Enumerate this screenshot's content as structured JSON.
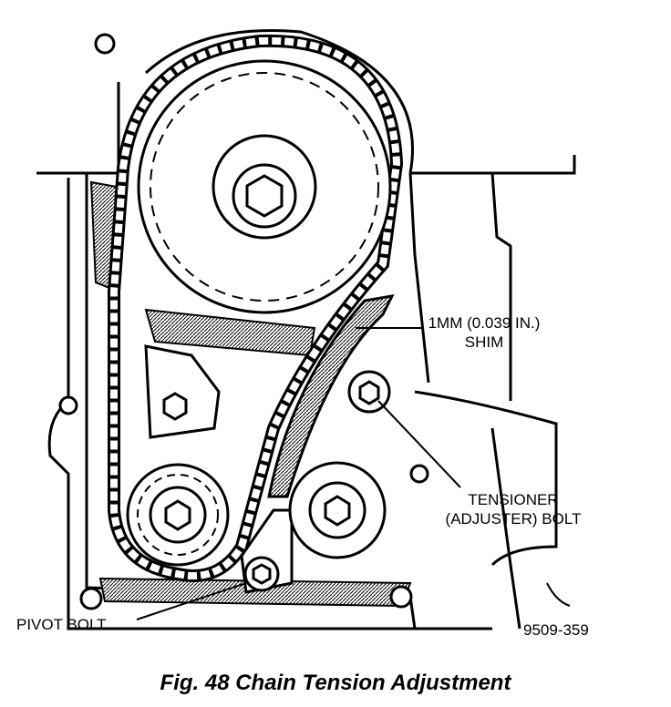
{
  "labels": {
    "shim_line1": "1MM (0.039 IN.)",
    "shim_line2": "SHIM",
    "tensioner_line1": "TENSIONER",
    "tensioner_line2": "(ADJUSTER) BOLT",
    "pivot_bolt": "PIVOT BOLT",
    "figure_id": "9509-359"
  },
  "caption": "Fig. 48 Chain Tension Adjustment"
}
